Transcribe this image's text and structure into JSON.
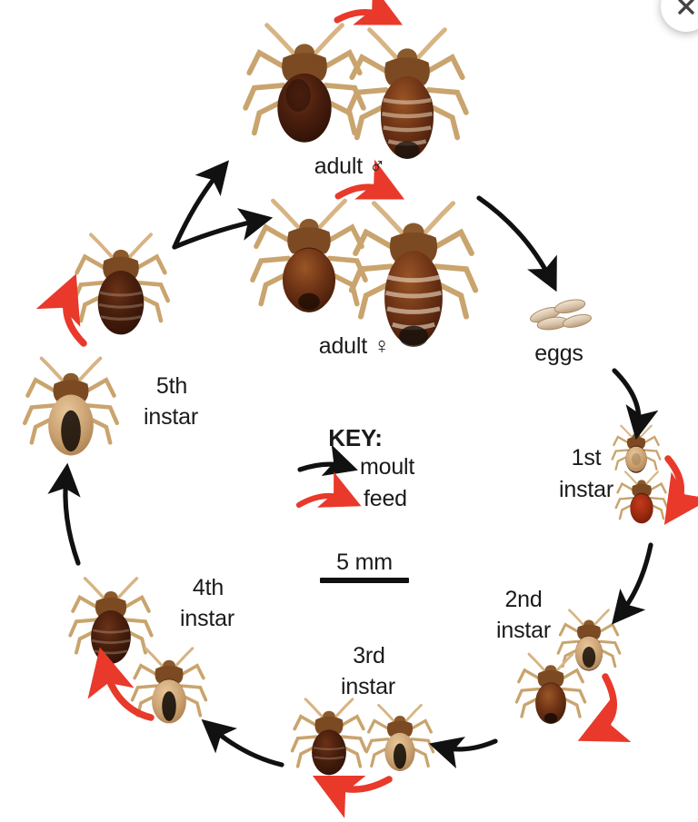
{
  "diagram": {
    "subject": "bed bug life cycle",
    "background_color": "#ffffff",
    "text_color": "#1a1a1a",
    "moult_arrow_color": "#111111",
    "feed_arrow_color": "#E8392B"
  },
  "stages": {
    "adult_male": "adult ♂",
    "adult_female": "adult ♀",
    "eggs": "eggs",
    "instar_1_line1": "1st",
    "instar_1_line2": "instar",
    "instar_2_line1": "2nd",
    "instar_2_line2": "instar",
    "instar_3_line1": "3rd",
    "instar_3_line2": "instar",
    "instar_4_line1": "4th",
    "instar_4_line2": "instar",
    "instar_5_line1": "5th",
    "instar_5_line2": "instar"
  },
  "key": {
    "title": "KEY:",
    "moult_label": "moult",
    "feed_label": "feed"
  },
  "scale": {
    "label": "5 mm"
  },
  "overlay": {
    "close_icon": "close-icon"
  }
}
